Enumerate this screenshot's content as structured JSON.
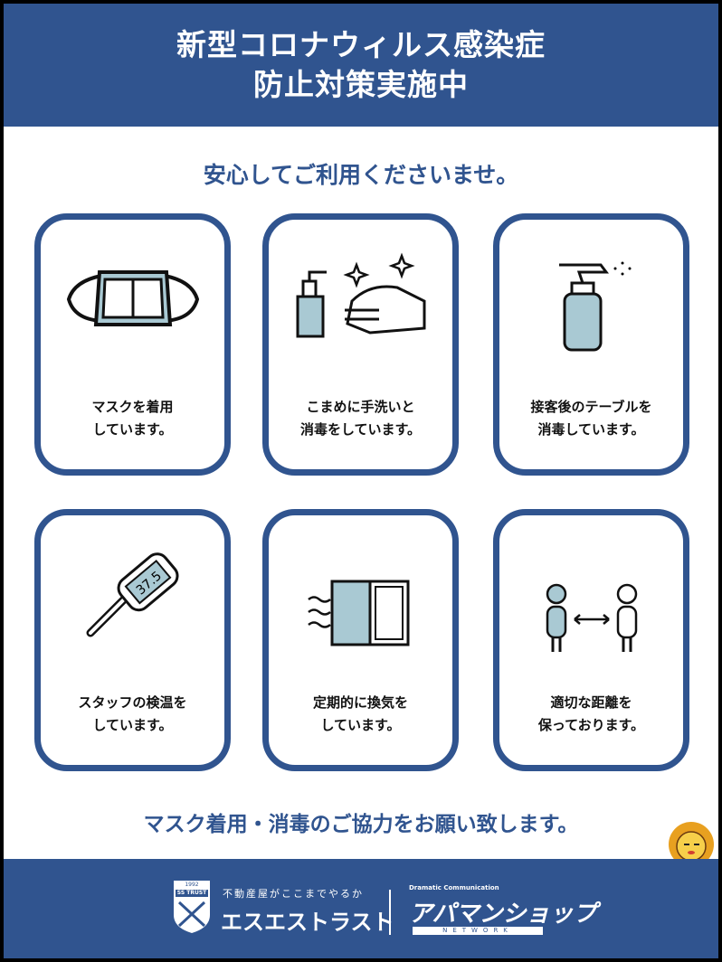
{
  "header": {
    "line1": "新型コロナウィルス感染症",
    "line2": "防止対策実施中"
  },
  "subtitle": "安心してご利用くださいませ。",
  "cards": [
    {
      "icon": "mask-icon",
      "line1": "マスクを着用",
      "line2": "しています。"
    },
    {
      "icon": "hand-sanitizer-icon",
      "line1": "こまめに手洗いと",
      "line2": "消毒をしています。"
    },
    {
      "icon": "spray-bottle-icon",
      "line1": "接客後のテーブルを",
      "line2": "消毒しています。"
    },
    {
      "icon": "thermometer-icon",
      "line1": "スタッフの検温を",
      "line2": "しています。",
      "reading": "37.5"
    },
    {
      "icon": "window-ventilation-icon",
      "line1": "定期的に換気を",
      "line2": "しています。"
    },
    {
      "icon": "social-distance-icon",
      "line1": "適切な距離を",
      "line2": "保っております。"
    }
  ],
  "bottom_message": "マスク着用・消毒のご協力をお願い致します。",
  "footer": {
    "ss_badge_year": "1992",
    "ss_badge_name": "SS TRUST",
    "ss_tagline": "不動産屋がここまでやるか",
    "ss_name": "エスエストラスト",
    "apaman_tagline": "Dramatic Communication",
    "apaman_name": "アパマンショップ",
    "apaman_network": "NETWORK"
  },
  "colors": {
    "brand": "#30548f",
    "icon_fill": "#a9c9d3"
  }
}
